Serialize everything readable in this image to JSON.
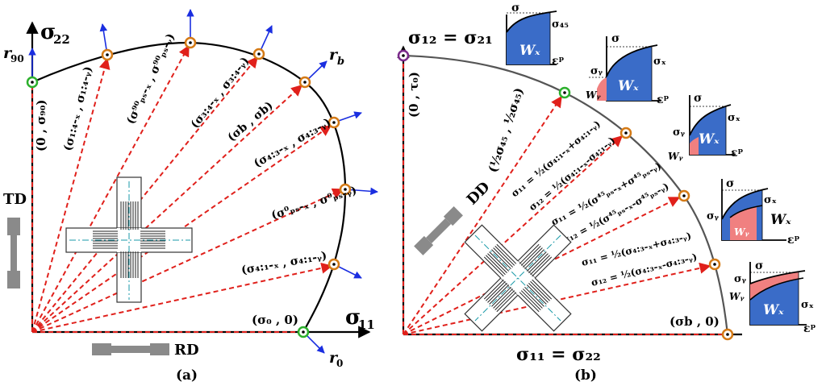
{
  "panel_a": {
    "caption": "(a)",
    "axis_x": "σ",
    "axis_x_sub": "11",
    "axis_y": "σ",
    "axis_y_sub": "22",
    "label_r90": "r",
    "label_r90_sub": "90",
    "label_rb": "r",
    "label_rb_sub": "b",
    "label_r0": "r",
    "label_r0_sub": "0",
    "label_TD": "TD",
    "label_RD": "RD",
    "pt_sigma0": "(σ₀ , 0)",
    "pt_0_sigma90": "(0 , σ₉₀)",
    "pt_14": "(σ₁:₄-ₓ , σ₁:₄-ᵧ)",
    "pt_ps90": "(σ⁹⁰ₚₛ-ₓ , σ⁹⁰ₚₛ-ᵧ)",
    "pt_34": "(σ₃:₄-ₓ , σ₃:₄-ᵧ)",
    "pt_b": "(σb , σb)",
    "pt_43": "(σ₄:₃-ₓ , σ₄:₃-ᵧ)",
    "pt_ps0": "(σ⁰ₚₛ-ₓ , σ⁰ₚₛ-ᵧ)",
    "pt_41": "(σ₄:₁-ₓ , σ₄:₁-ᵧ)"
  },
  "panel_b": {
    "caption": "(b)",
    "axis_x": "σ₁₁ = σ₂₂",
    "axis_y": "σ₁₂ = σ₂₁",
    "label_DD": "DD",
    "pt_0_tau0": "(0 , τ₀)",
    "pt_sigmab": "(σb , 0)",
    "eq_45": "(½σ₄₅ , ½σ₄₅)",
    "eq_1": "σ₁₁ = ½(σ₄:₁-ₓ+σ₄:₁-ᵧ)",
    "eq_2": "σ₁₂ = ½(σ₄:₁-ₓ-σ₄:₁-ᵧ)",
    "eq_3": "σ₁₁ = ½(σ⁴⁵ₚₛ-ₓ+σ⁴⁵ₚₛ-ᵧ)",
    "eq_4": "σ₁₂ = ½(σ⁴⁵ₚₛ-ₓ-σ⁴⁵ₚₛ-ᵧ)",
    "eq_5": "σ₁₁ = ½(σ₄:₃-ₓ+σ₄:₃-ᵧ)",
    "eq_6": "σ₁₂ = ½(σ₄:₃-ₓ-σ₄:₃-ᵧ)"
  },
  "insets": {
    "sigma": "σ",
    "eps": "εᵖ",
    "Wx": "Wₓ",
    "Wy": "Wᵧ",
    "sigma45": "σ₄₅",
    "sigmax": "σₓ",
    "sigmay": "σᵧ"
  },
  "colors": {
    "arrow_red": "#e0201b",
    "normal_blue": "#1a2ee0",
    "marker_orange": "#d47a16",
    "marker_green": "#2cb02c",
    "marker_purple": "#7a2a8a",
    "fill_blue": "#3a6cc8",
    "fill_red": "#f08080",
    "curve_b": "#444444"
  }
}
